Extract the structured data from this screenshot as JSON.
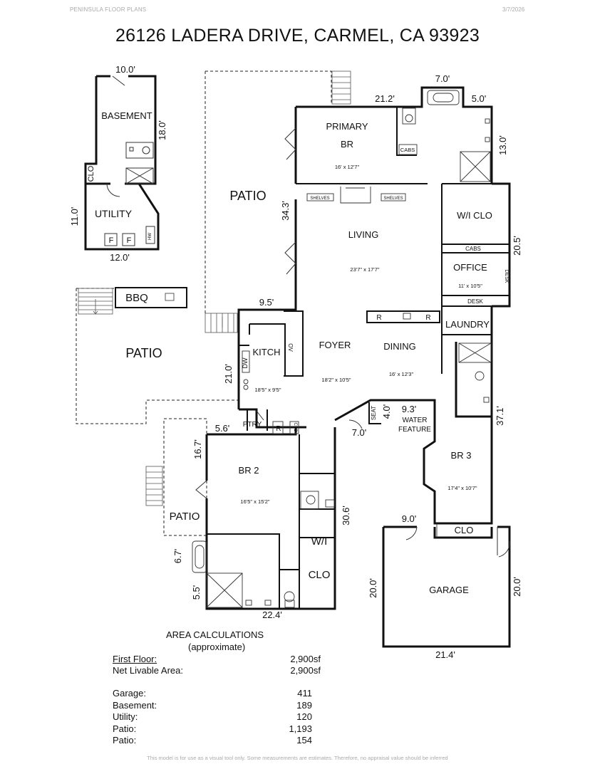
{
  "header": {
    "company": "PENINSULA FLOOR PLANS",
    "date": "3/7/2026",
    "address": "26126 LADERA DRIVE, CARMEL, CA  93923"
  },
  "rooms": {
    "basement": "BASEMENT",
    "utility": "UTILITY",
    "clo_basement": "CLO",
    "hw": "HW",
    "f1": "F",
    "f2": "F",
    "patio_top": "PATIO",
    "bbq": "BBQ",
    "patio_left": "PATIO",
    "primary_1": "PRIMARY",
    "primary_2": "BR",
    "primary_dim": "16' x 12'7\"",
    "cabs_primary": "CABS",
    "shelves_1": "SHELVES",
    "shelves_2": "SHELVES",
    "living": "LIVING",
    "living_dim": "23'7\" x 17'7\"",
    "wi_clo": "W/I CLO",
    "cabs_office": "CABS",
    "office": "OFFICE",
    "office_dim": "11' x 10'5\"",
    "desk_1": "DESK",
    "desk_2": "DESK",
    "r1": "R",
    "r2": "R",
    "laundry": "LAUNDRY",
    "kitchen": "KITCH",
    "kitchen_dim": "18'5\" x 9'5\"",
    "dw": "DW",
    "ov": "OV",
    "foyer": "FOYER",
    "foyer_dim": "18'2\" x 10'5\"",
    "dining": "DINING",
    "dining_dim": "16' x 12'3\"",
    "ptry": "PTRY",
    "r_ptry": "R",
    "clo_ptry": "CLO",
    "seat": "SEAT",
    "water_1": "WATER",
    "water_2": "FEATURE",
    "br3": "BR 3",
    "br3_dim": "17'4\" x 10'7\"",
    "clo_br3": "CLO",
    "br2": "BR 2",
    "br2_dim": "16'5\" x 15'2\"",
    "patio_br2": "PATIO",
    "wi": "W/I",
    "clo_br2": "CLO",
    "garage": "GARAGE"
  },
  "dimensions": {
    "basement_top": "10.0'",
    "basement_side": "18.0'",
    "utility_side": "11.0'",
    "utility_bottom": "12.0'",
    "top_7": "7.0'",
    "top_212": "21.2'",
    "top_5": "5.0'",
    "right_13": "13.0'",
    "left_343": "34.3'",
    "right_205": "20.5'",
    "mid_95": "9.5'",
    "kitchen_21": "21.0'",
    "ptry_56": "5.6'",
    "br2_167": "16.7'",
    "br2_67": "6.7'",
    "br2_55": "5.5'",
    "bottom_224": "22.4'",
    "hall_306": "30.6'",
    "entry_7": "7.0'",
    "seat_4": "4.0'",
    "water_93": "9.3'",
    "right_371": "37.1'",
    "garage_9": "9.0'",
    "garage_left": "20.0'",
    "garage_right": "20.0'",
    "garage_bottom": "21.4'"
  },
  "area": {
    "heading": "AREA CALCULATIONS",
    "subheading": "(approximate)",
    "rows": [
      {
        "label": "First  Floor:",
        "value": "2,900sf"
      },
      {
        "label": "Net Livable Area:",
        "value": "2,900sf"
      },
      {
        "label": "Garage:",
        "value": "411"
      },
      {
        "label": "Basement:",
        "value": "189"
      },
      {
        "label": "Utility:",
        "value": "120"
      },
      {
        "label": "Patio:",
        "value": "1,193"
      },
      {
        "label": "Patio:",
        "value": "154"
      }
    ]
  },
  "footer": "This model is for use as a visual tool only. Some measurements are estimates. Therefore, no appraisal value should be inferred"
}
